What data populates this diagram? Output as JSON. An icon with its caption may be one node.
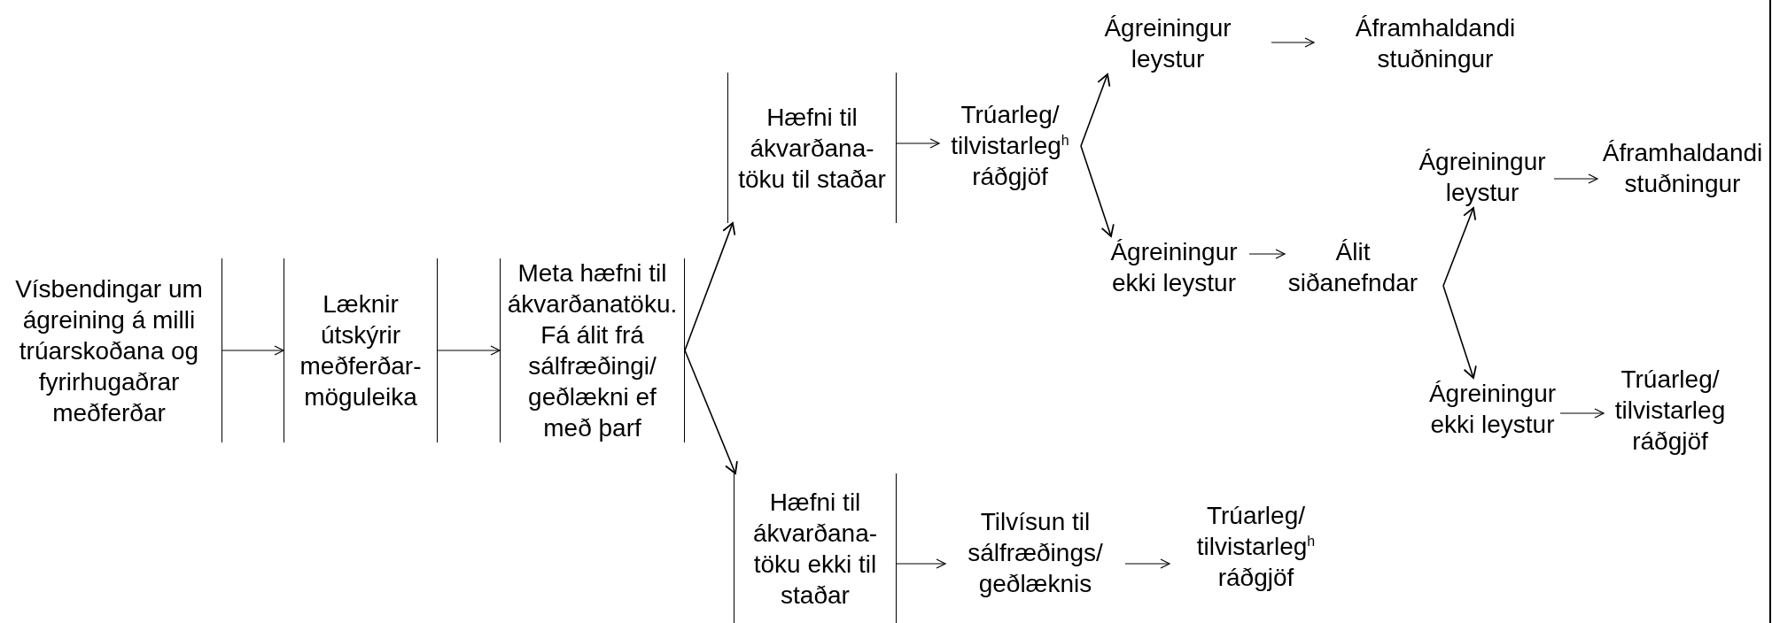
{
  "diagram": {
    "nodes": [
      {
        "text": [
          "Vísbendingar um ágreining á milli trúarskoðana og fyrirhugaðrar meðferðar"
        ]
      },
      {
        "text": [
          "Læknir útskýrir meðferðar- möguleika"
        ]
      },
      {
        "text": [
          "Meta hæfni til ákvarðanatöku. Fá álit frá sálfræðingi/ geðlækni ef með þarf"
        ]
      },
      {
        "text": [
          "Hæfni til ákvarðana- töku til staðar"
        ]
      },
      {
        "text": [
          "Hæfni til ákvarðana- töku ekki til staðar"
        ]
      },
      {
        "text": [
          "Trúarleg/ tilvistarleg$^{h}$ ráðgjöf"
        ]
      },
      {
        "text": [
          "Ágreiningur leystur"
        ]
      },
      {
        "text": [
          "Áframhaldandi stuðningur"
        ]
      },
      {
        "text": [
          "Ágreiningur ekki leystur"
        ]
      },
      {
        "text": [
          "Álit siðanefndar"
        ]
      },
      {
        "text": [
          "Ágreiningur leystur"
        ]
      },
      {
        "text": [
          "Áframhaldandi stuðningur"
        ]
      },
      {
        "text": [
          "Ágreiningur ekki leystur"
        ]
      },
      {
        "text": [
          "Trúarleg/ tilvistarleg ráðgjöf"
        ]
      },
      {
        "text": [
          "Tilvísun til sálfræðings/ geðlæknis"
        ]
      },
      {
        "text": [
          "Trúarleg/ tilvistarleg$^{h}$ ráðgjöf"
        ]
      }
    ],
    "edges": [
      {
        "from": 0,
        "to": 1,
        "arrow": "to"
      },
      {
        "from": 1,
        "to": 2,
        "arrow": "to"
      },
      {
        "from": 2,
        "to": 3,
        "arrow": "to"
      },
      {
        "from": 2,
        "to": 4,
        "arrow": "to"
      },
      {
        "from": 3,
        "to": 5,
        "arrow": "to"
      },
      {
        "from": 5,
        "to": 6,
        "arrow": "to"
      },
      {
        "from": 5,
        "to": 8,
        "arrow": "to"
      },
      {
        "from": 6,
        "to": 7,
        "arrow": "to"
      },
      {
        "from": 8,
        "to": 9,
        "arrow": "to"
      },
      {
        "from": 9,
        "to": 10,
        "arrow": "to"
      },
      {
        "from": 9,
        "to": 12,
        "arrow": "to"
      },
      {
        "from": 10,
        "to": 11,
        "arrow": "to"
      },
      {
        "from": 12,
        "to": 13,
        "arrow": "to"
      },
      {
        "from": 4,
        "to": 14,
        "arrow": "to"
      },
      {
        "from": 14,
        "to": 15,
        "arrow": "to"
      }
    ]
  }
}
